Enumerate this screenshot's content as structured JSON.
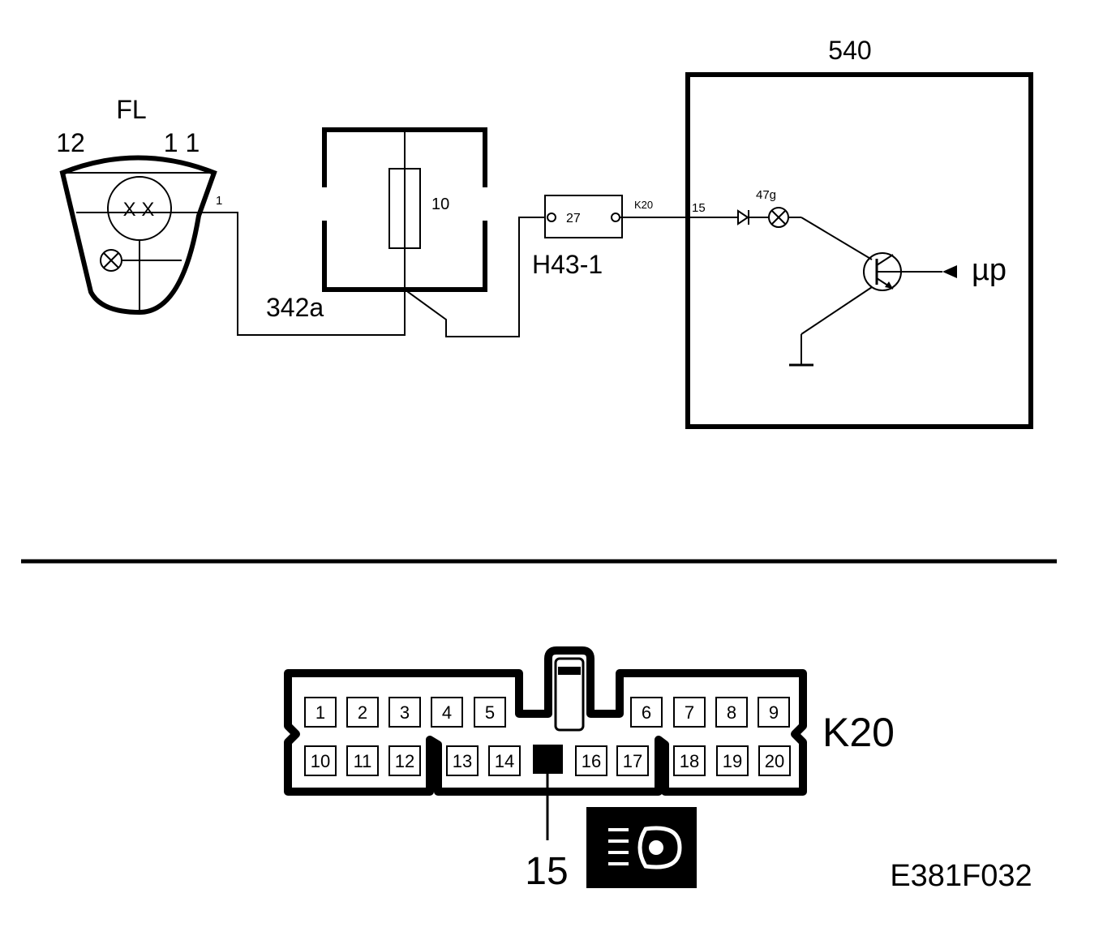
{
  "lamp": {
    "label": "FL",
    "pin_left": "12",
    "pin_right": "1 1",
    "pin_out": "1",
    "bulb_text": "X X"
  },
  "fuse_box": {
    "label": "342a",
    "fuse_number": "10"
  },
  "connector_h43": {
    "label": "H43-1",
    "pin": "27"
  },
  "wire": {
    "k20_label": "K20",
    "pin15_label": "15"
  },
  "module": {
    "label": "540",
    "bulb_label": "47g",
    "up_label": "µp"
  },
  "k20_connector": {
    "label": "K20",
    "top_row": [
      "1",
      "2",
      "3",
      "4",
      "5",
      "6",
      "7",
      "8",
      "9"
    ],
    "bottom_row": [
      "10",
      "11",
      "12",
      "13",
      "14",
      "16",
      "17",
      "18",
      "19",
      "20"
    ],
    "highlight_pin": "15"
  },
  "figure_code": "E381F032",
  "icons": {
    "headlamp": "headlamp-icon",
    "ground": "ground-icon"
  }
}
